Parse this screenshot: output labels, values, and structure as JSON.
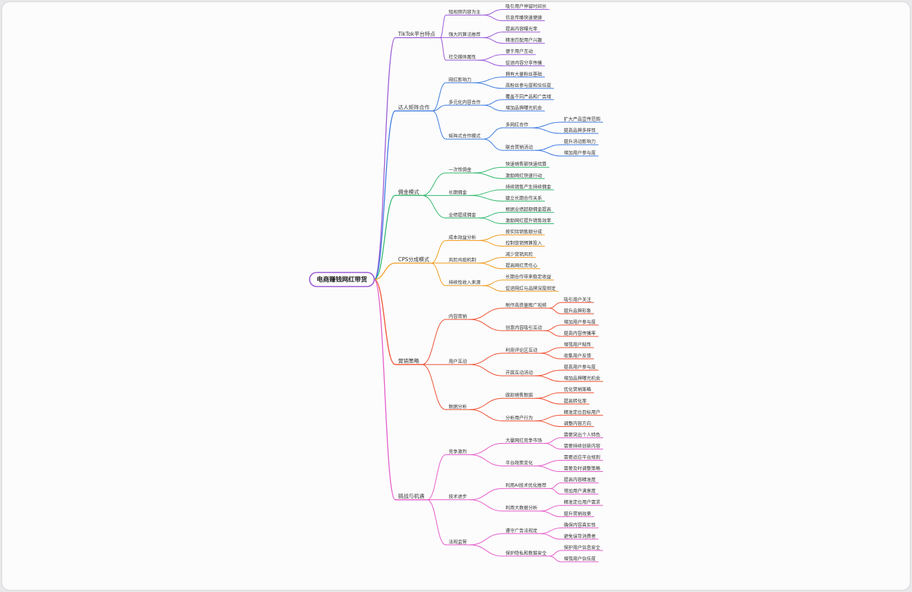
{
  "root": "电商赚钱网红带货",
  "colors": {
    "root_border": "#9a57d6",
    "branches": [
      "#9a57d6",
      "#3a78e0",
      "#2fb86a",
      "#f09a1a",
      "#ee4b2b",
      "#e657c8"
    ]
  },
  "branches": [
    {
      "label": "TikTok平台特点",
      "children": [
        {
          "label": "短视频内容为主",
          "children": [
            {
              "label": "吸引用户停留时间长"
            },
            {
              "label": "信息传播快速便捷"
            }
          ]
        },
        {
          "label": "强大的算法推荐",
          "children": [
            {
              "label": "提高内容曝光率"
            },
            {
              "label": "精准匹配用户兴趣"
            }
          ]
        },
        {
          "label": "社交媒体属性",
          "children": [
            {
              "label": "便于用户互动"
            },
            {
              "label": "促进内容分享传播"
            }
          ]
        }
      ]
    },
    {
      "label": "达人矩阵合作",
      "children": [
        {
          "label": "网红影响力",
          "children": [
            {
              "label": "拥有大量粉丝基础"
            },
            {
              "label": "高粉丝参与度和信任度"
            }
          ]
        },
        {
          "label": "多元化内容合作",
          "children": [
            {
              "label": "覆盖不同产品和广告域"
            },
            {
              "label": "增加品牌曝光机会"
            }
          ]
        },
        {
          "label": "矩阵式合作模式",
          "children": [
            {
              "label": "多网红合作",
              "children": [
                {
                  "label": "扩大产品宣传范围"
                },
                {
                  "label": "提高品牌多样性"
                }
              ]
            },
            {
              "label": "联合营销活动",
              "children": [
                {
                  "label": "提升活动影响力"
                },
                {
                  "label": "增加用户参与度"
                }
              ]
            }
          ]
        }
      ]
    },
    {
      "label": "佣金模式",
      "children": [
        {
          "label": "一次性佣金",
          "children": [
            {
              "label": "快速销售额快速结算"
            },
            {
              "label": "激励网红快速行动"
            }
          ]
        },
        {
          "label": "长期佣金",
          "children": [
            {
              "label": "持续销售产生持续佣金"
            },
            {
              "label": "建立长期合作关系"
            }
          ]
        },
        {
          "label": "业绩提成佣金",
          "children": [
            {
              "label": "根据业绩超额佣金提高"
            },
            {
              "label": "激励网红提升销售效率"
            }
          ]
        }
      ]
    },
    {
      "label": "CPS分成模式",
      "children": [
        {
          "label": "成本效益分析",
          "children": [
            {
              "label": "按实际销售额分成"
            },
            {
              "label": "控制营销预算投入"
            }
          ]
        },
        {
          "label": "风险共担机制",
          "children": [
            {
              "label": "减少营销风险"
            },
            {
              "label": "提高网红责任心"
            }
          ]
        },
        {
          "label": "持续性收入来源",
          "children": [
            {
              "label": "长期合作带来稳定收益"
            },
            {
              "label": "促进网红与品牌深度绑定"
            }
          ]
        }
      ]
    },
    {
      "label": "营销策略",
      "children": [
        {
          "label": "内容营销",
          "children": [
            {
              "label": "制作高质量推广视频",
              "children": [
                {
                  "label": "吸引用户关注"
                },
                {
                  "label": "提升品牌形象"
                }
              ]
            },
            {
              "label": "创意内容吸引互动",
              "children": [
                {
                  "label": "增加用户参与度"
                },
                {
                  "label": "提高内容传播率"
                }
              ]
            }
          ]
        },
        {
          "label": "用户互动",
          "children": [
            {
              "label": "利用评论区互动",
              "children": [
                {
                  "label": "增强用户粘性"
                },
                {
                  "label": "收集用户反馈"
                }
              ]
            },
            {
              "label": "开展互动活动",
              "children": [
                {
                  "label": "提高用户参与度"
                },
                {
                  "label": "增加品牌曝光机会"
                }
              ]
            }
          ]
        },
        {
          "label": "数据分析",
          "children": [
            {
              "label": "跟踪销售数据",
              "children": [
                {
                  "label": "优化营销策略"
                },
                {
                  "label": "提高转化率"
                }
              ]
            },
            {
              "label": "分析用户行为",
              "children": [
                {
                  "label": "精准定位目标用户"
                },
                {
                  "label": "调整内容方向"
                }
              ]
            }
          ]
        }
      ]
    },
    {
      "label": "挑战与机遇",
      "children": [
        {
          "label": "竞争激烈",
          "children": [
            {
              "label": "大量网红竞争市场",
              "children": [
                {
                  "label": "需要突出个人特色"
                },
                {
                  "label": "需要持续创新内容"
                }
              ]
            },
            {
              "label": "平台政策变化",
              "children": [
                {
                  "label": "需要适应平台规则"
                },
                {
                  "label": "需要及时调整策略"
                }
              ]
            }
          ]
        },
        {
          "label": "技术进步",
          "children": [
            {
              "label": "利用AI技术优化推荐",
              "children": [
                {
                  "label": "提高内容精准度"
                },
                {
                  "label": "增加用户满意度"
                }
              ]
            },
            {
              "label": "利用大数据分析",
              "children": [
                {
                  "label": "精准定位用户需求"
                },
                {
                  "label": "提升营销效果"
                }
              ]
            }
          ]
        },
        {
          "label": "法规监管",
          "children": [
            {
              "label": "遵守广告法规定",
              "children": [
                {
                  "label": "确保内容真实性"
                },
                {
                  "label": "避免误导消费者"
                }
              ]
            },
            {
              "label": "保护隐私和数据安全",
              "children": [
                {
                  "label": "保护用户信息安全"
                },
                {
                  "label": "增强用户信任度"
                }
              ]
            }
          ]
        }
      ]
    }
  ]
}
